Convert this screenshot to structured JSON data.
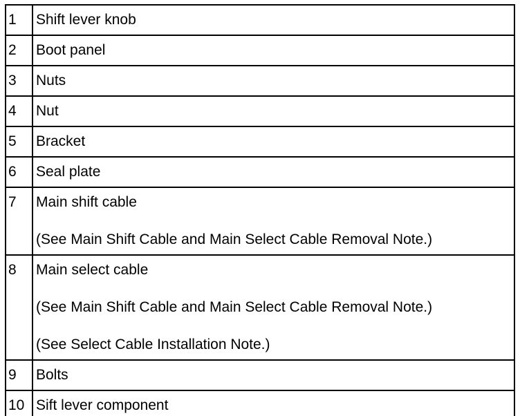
{
  "rows": [
    {
      "num": "1",
      "lines": [
        "Shift lever knob"
      ]
    },
    {
      "num": "2",
      "lines": [
        "Boot panel"
      ]
    },
    {
      "num": "3",
      "lines": [
        "Nuts"
      ]
    },
    {
      "num": "4",
      "lines": [
        "Nut"
      ]
    },
    {
      "num": "5",
      "lines": [
        "Bracket"
      ]
    },
    {
      "num": "6",
      "lines": [
        "Seal plate"
      ]
    },
    {
      "num": "7",
      "lines": [
        "Main shift cable",
        "(See Main Shift Cable and Main Select Cable Removal Note.)"
      ]
    },
    {
      "num": "8",
      "lines": [
        "Main select cable",
        "(See Main Shift Cable and Main Select Cable Removal Note.)",
        "(See Select Cable Installation Note.)"
      ]
    },
    {
      "num": "9",
      "lines": [
        "Bolts"
      ]
    },
    {
      "num": "10",
      "lines": [
        "Sift lever component"
      ]
    }
  ]
}
